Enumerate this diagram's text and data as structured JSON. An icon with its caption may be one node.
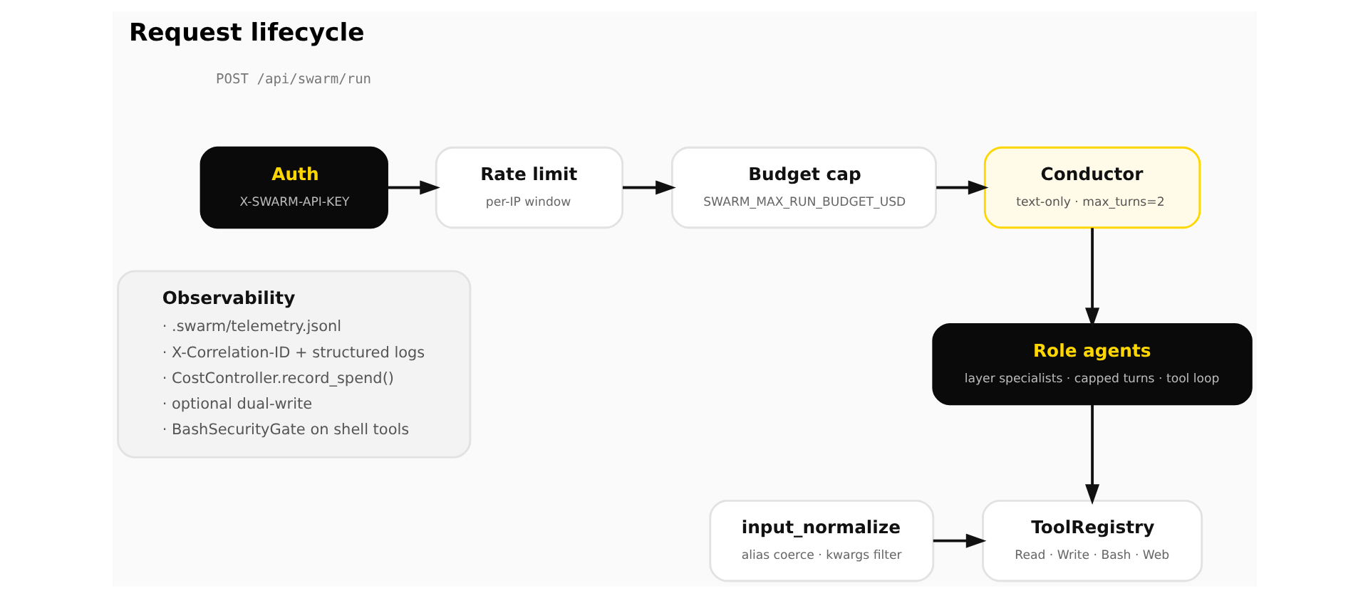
{
  "diagram": {
    "title": "Request lifecycle",
    "nodes": [
      {
        "text": [
          "Auth",
          "X-SWARM-API-KEY"
        ]
      },
      {
        "text": [
          "Rate limit",
          "per-IP window"
        ]
      },
      {
        "text": [
          "Budget cap",
          "SWARM_MAX_RUN_BUDGET_USD"
        ]
      },
      {
        "text": [
          "Conductor",
          "text-only · max_turns=2"
        ]
      },
      {
        "text": [
          "Role agents",
          "layer specialists · capped turns · tool loop"
        ]
      },
      {
        "text": [
          "Observability",
          "· .swarm/telemetry.jsonl",
          "· X-Correlation-ID + structured logs",
          "· CostController.record_spend()",
          "· optional dual-write",
          "· BashSecurityGate on shell tools"
        ]
      },
      {
        "text": [
          "input_normalize",
          "alias coerce · kwargs filter"
        ]
      },
      {
        "text": [
          "ToolRegistry",
          "Read · Write · Bash · Web"
        ]
      }
    ],
    "edges": [
      {
        "from": 0,
        "to": 1,
        "arrow": "to"
      },
      {
        "from": 1,
        "to": 2,
        "arrow": "to"
      },
      {
        "from": 2,
        "to": 3,
        "arrow": "to"
      },
      {
        "from": 3,
        "to": 4,
        "arrow": "to"
      },
      {
        "from": 4,
        "to": 7,
        "arrow": "to"
      },
      {
        "from": 6,
        "to": 7,
        "arrow": "to"
      }
    ],
    "labels": [
      "POST /api/swarm/run"
    ]
  }
}
